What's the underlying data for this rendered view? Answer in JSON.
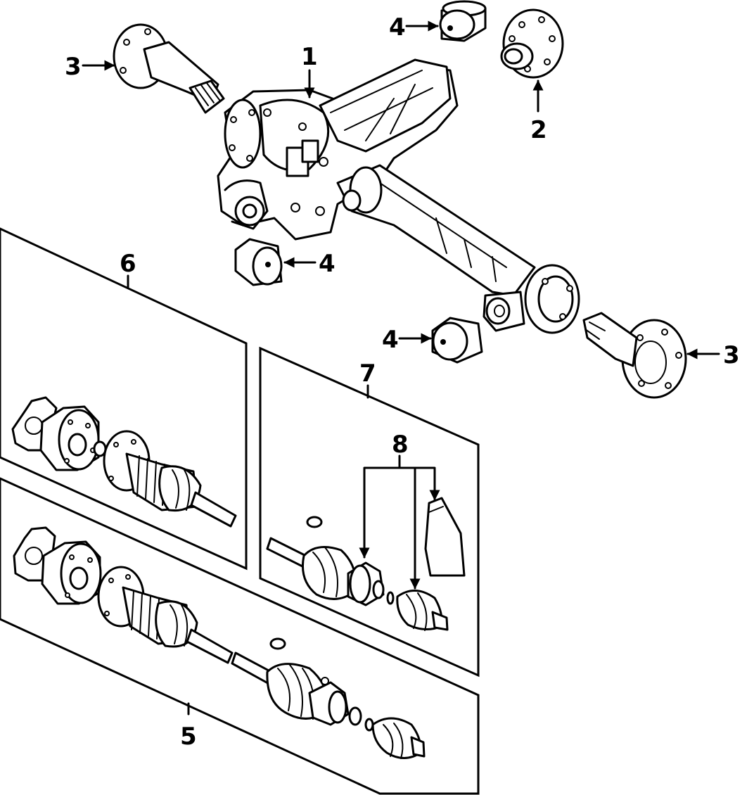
{
  "callouts": {
    "c1": "1",
    "c2": "2",
    "c3_left": "3",
    "c3_right": "3",
    "c4_top": "4",
    "c4_mid": "4",
    "c4_low": "4",
    "c5": "5",
    "c6": "6",
    "c7": "7",
    "c8": "8"
  },
  "colors": {
    "ink": "#000000",
    "paper": "#ffffff"
  }
}
